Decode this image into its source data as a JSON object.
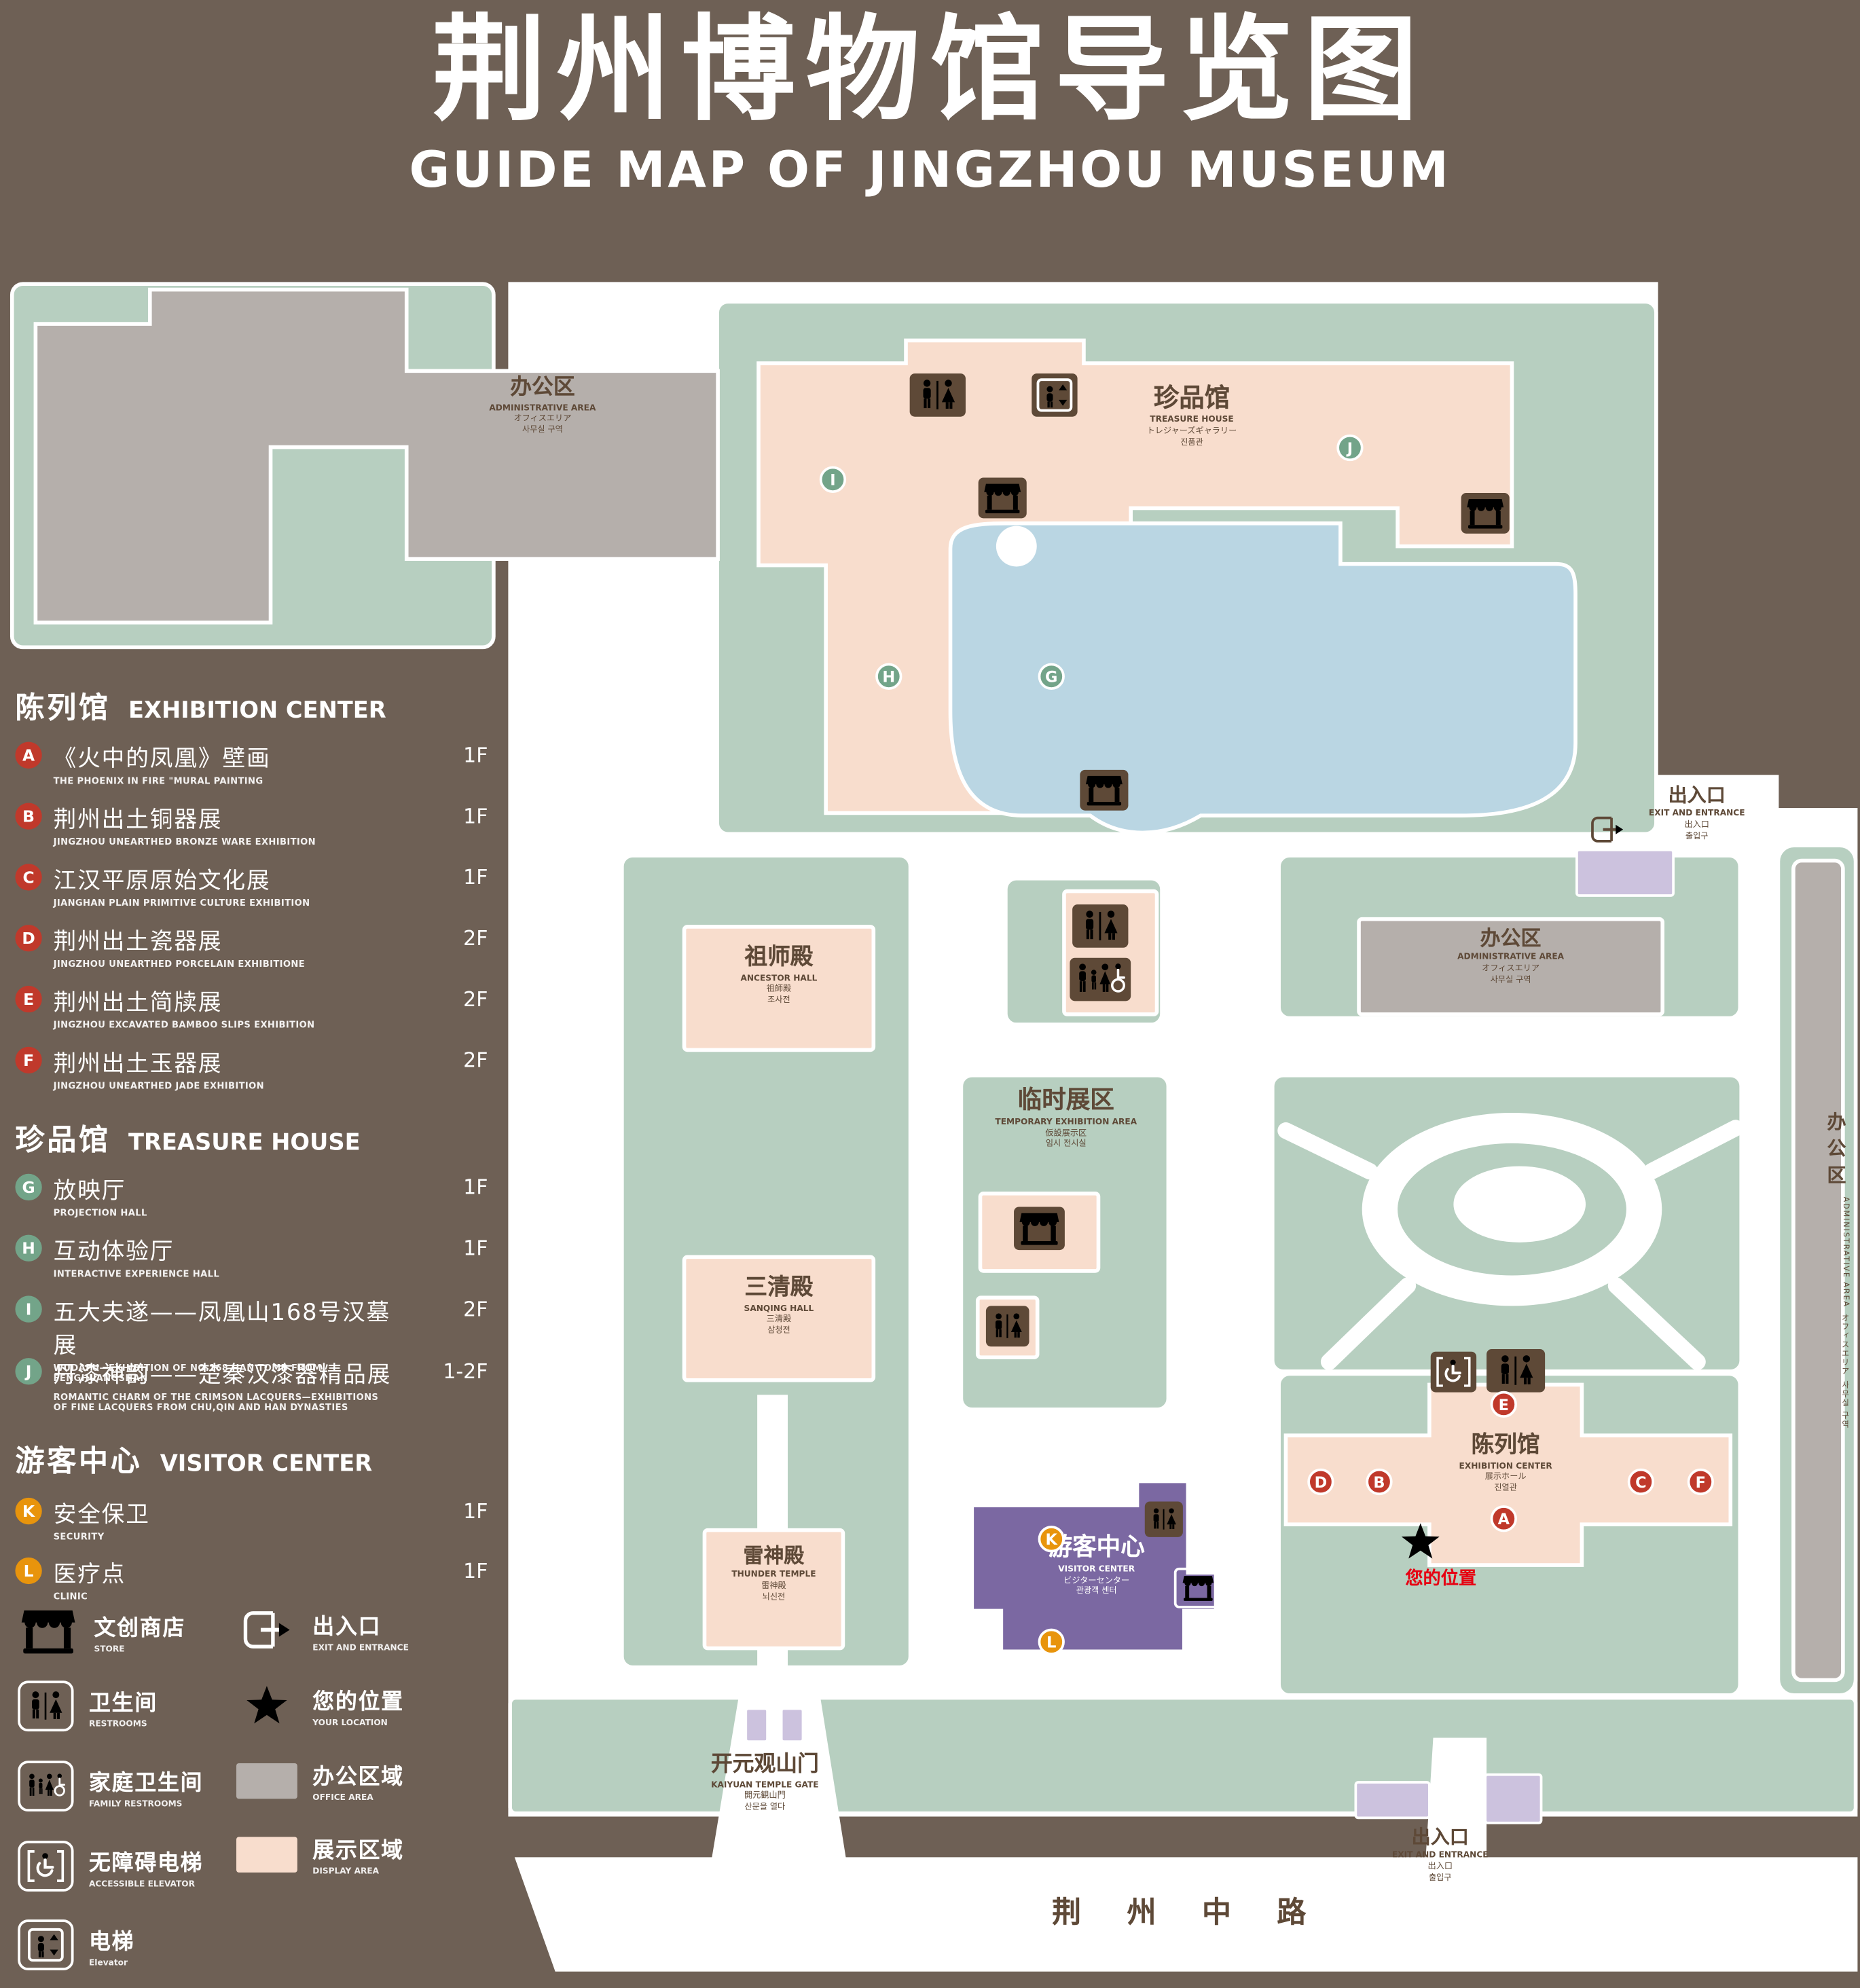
{
  "title": {
    "zh": "荆州博物馆导览图",
    "en": "GUIDE MAP OF JINGZHOU MUSEUM"
  },
  "colors": {
    "background": "#6E6055",
    "green_area": "#B7CFC0",
    "display_area": "#F8DDCD",
    "office_area": "#B5AFAB",
    "pond": "#BAD6E3",
    "visitor_center": "#7B68A2",
    "entrance": "#CCC2DE",
    "icon_dark": "#5E4937",
    "marker_red": "#C0392B",
    "marker_green": "#73A489",
    "marker_orange": "#E8940C",
    "location_red": "#E60012"
  },
  "legend": {
    "sections": [
      {
        "zh": "陈列馆",
        "en": "EXHIBITION CENTER",
        "items": [
          {
            "letter": "A",
            "zh": "《火中的凤凰》壁画",
            "en": "THE PHOENIX IN FIRE \"MURAL PAINTING",
            "floor": "1F"
          },
          {
            "letter": "B",
            "zh": "荆州出土铜器展",
            "en": "JINGZHOU UNEARTHED BRONZE WARE EXHIBITION",
            "floor": "1F"
          },
          {
            "letter": "C",
            "zh": "江汉平原原始文化展",
            "en": "JIANGHAN PLAIN PRIMITIVE CULTURE EXHIBITION",
            "floor": "1F"
          },
          {
            "letter": "D",
            "zh": "荆州出土瓷器展",
            "en": "JINGZHOU UNEARTHED PORCELAIN EXHIBITIONE",
            "floor": "2F"
          },
          {
            "letter": "E",
            "zh": "荆州出土简牍展",
            "en": "JINGZHOU EXCAVATED BAMBOO SLIPS EXHIBITION",
            "floor": "2F"
          },
          {
            "letter": "F",
            "zh": "荆州出土玉器展",
            "en": "JINGZHOU UNEARTHED JADE EXHIBITION",
            "floor": "2F"
          }
        ]
      },
      {
        "zh": "珍品馆",
        "en": "TREASURE HOUSE",
        "items": [
          {
            "letter": "G",
            "zh": "放映厅",
            "en": "PROJECTION HALL",
            "floor": "1F"
          },
          {
            "letter": "H",
            "zh": "互动体验厅",
            "en": "INTERACTIVE EXPERIENCE HALL",
            "floor": "1F"
          },
          {
            "letter": "I",
            "zh": "五大夫遂——凤凰山168号汉墓展",
            "en": "WUDAFU—EXHIBITION OF NO.168 HAN TOMB FROM FENGHUANGSHAN",
            "floor": "2F"
          },
          {
            "letter": "J",
            "zh": "丹漆神韵——楚秦汉漆器精品展",
            "en": "ROMANTIC CHARM OF THE CRIMSON LACQUERS—EXHIBITIONS OF FINE LACQUERS FROM CHU,QIN AND HAN DYNASTIES",
            "floor": "1-2F"
          }
        ]
      },
      {
        "zh": "游客中心",
        "en": "VISITOR CENTER",
        "items": [
          {
            "letter": "K",
            "zh": "安全保卫",
            "en": "SECURITY",
            "floor": "1F"
          },
          {
            "letter": "L",
            "zh": "医疗点",
            "en": "CLINIC",
            "floor": "1F"
          }
        ]
      }
    ],
    "symbols": [
      {
        "zh": "文创商店",
        "en": "STORE"
      },
      {
        "zh": "卫生间",
        "en": "RESTROOMS"
      },
      {
        "zh": "家庭卫生间",
        "en": "FAMILY RESTROOMS"
      },
      {
        "zh": "无障碍电梯",
        "en": "ACCESSIBLE ELEVATOR"
      },
      {
        "zh": "电梯",
        "en": "Elevator"
      },
      {
        "zh": "出入口",
        "en": "EXIT AND ENTRANCE"
      },
      {
        "zh": "您的位置",
        "en": "YOUR LOCATION"
      },
      {
        "zh": "办公区域",
        "en": "OFFICE AREA"
      },
      {
        "zh": "展示区域",
        "en": "DISPLAY AREA"
      }
    ]
  },
  "map": {
    "buildings": {
      "admin_top": {
        "zh": "办公区",
        "en": "ADMINISTRATIVE AREA",
        "ja": "オフィスエリア",
        "ko": "사무실 구역"
      },
      "treasure": {
        "zh": "珍品馆",
        "en": "TREASURE HOUSE",
        "ja": "トレジャーズギャラリー",
        "ko": "진품관"
      },
      "ancestor": {
        "zh": "祖师殿",
        "en": "ANCESTOR HALL",
        "ja": "祖師殿",
        "ko": "조사전"
      },
      "temporary": {
        "zh": "临时展区",
        "en": "TEMPORARY EXHIBITION AREA",
        "ja": "仮設展示区",
        "ko": "임시 전시실"
      },
      "admin_right": {
        "zh": "办公区",
        "en": "ADMINISTRATIVE AREA",
        "ja": "オフィスエリア",
        "ko": "사무실 구역"
      },
      "sanqing": {
        "zh": "三清殿",
        "en": "SANQING HALL",
        "ja": "三清殿",
        "ko": "삼청전"
      },
      "thunder": {
        "zh": "雷神殿",
        "en": "THUNDER TEMPLE",
        "ja": "雷神殿",
        "ko": "뇌신전"
      },
      "visitor": {
        "zh": "游客中心",
        "en": "VISITOR CENTER",
        "ja": "ビジターセンター",
        "ko": "관광객 센터"
      },
      "exhibition": {
        "zh": "陈列馆",
        "en": "EXHIBITION CENTER",
        "ja": "展示ホール",
        "ko": "진열관"
      },
      "admin_strip": {
        "zh": "办公区",
        "en": "ADMINISTRATIVE AREA",
        "ja": "オフィスエリア",
        "ko": "사무실 구역"
      },
      "gate": {
        "zh": "开元观山门",
        "en": "KAIYUAN TEMPLE GATE",
        "ja": "開元観山門",
        "ko": "산문을 열다"
      }
    },
    "entrances": {
      "top": {
        "zh": "出入口",
        "en": "EXIT AND ENTRANCE",
        "ja": "出入口",
        "ko": "출입구"
      },
      "bottom": {
        "zh": "出入口",
        "en": "EXIT AND ENTRANCE",
        "ja": "出入口",
        "ko": "출입구"
      }
    },
    "markers": {
      "A": "A",
      "B": "B",
      "C": "C",
      "D": "D",
      "E": "E",
      "F": "F",
      "G": "G",
      "H": "H",
      "I": "I",
      "J": "J",
      "K": "K",
      "L": "L"
    },
    "road": "荆 州 中 路",
    "your_location": "您的位置"
  }
}
